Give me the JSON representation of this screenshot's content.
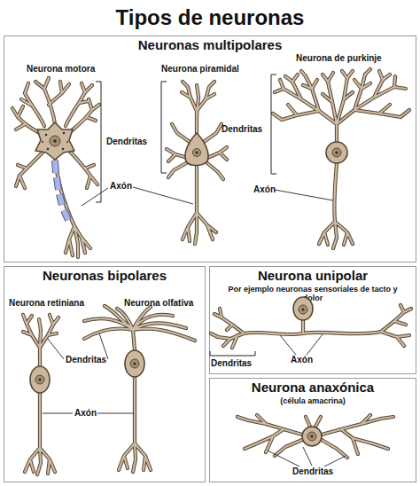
{
  "diagram": {
    "title": "Tipos de neuronas",
    "nodes": [
      {
        "text": [
          "Neuronas multipolares"
        ]
      },
      {
        "text": [
          "Neuronas bipolares"
        ]
      },
      {
        "text": [
          "Neurona unipolar",
          "Por ejemplo neuronas sensoriales de tacto y dolor"
        ]
      },
      {
        "text": [
          "Neurona anaxónica",
          "(célula amacrina)"
        ]
      }
    ],
    "labels": [
      "Neurona motora",
      "Dendritas",
      "Neurona piramidal",
      "Dendritas",
      "Neurona de purkinje",
      "Axón",
      "Axón",
      "Neurona retiniana",
      "Neurona olfativa",
      "Dendritas",
      "Axón",
      "Dendritas",
      "Axón",
      "Dendritas"
    ]
  }
}
